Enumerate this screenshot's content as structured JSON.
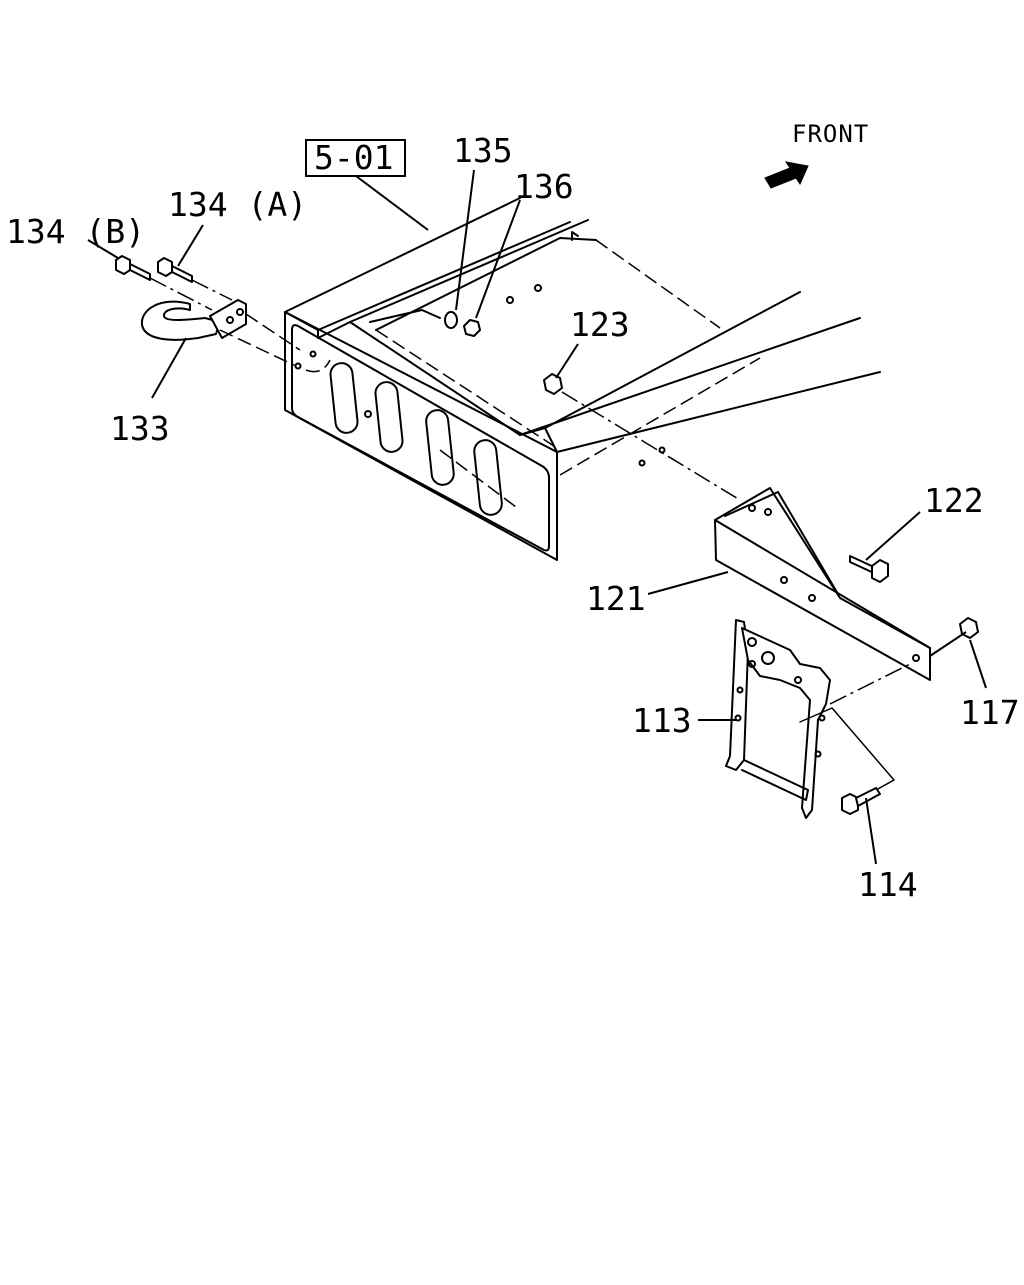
{
  "diagram": {
    "reference_box": "5-01",
    "direction_label": "FRONT",
    "callouts": {
      "c134b": "134 (B)",
      "c134a": "134 (A)",
      "c133": "133",
      "c135": "135",
      "c136": "136",
      "c123": "123",
      "c122": "122",
      "c121": "121",
      "c117": "117",
      "c113": "113",
      "c114": "114"
    },
    "icons": {
      "direction": "front-arrow-icon"
    }
  }
}
